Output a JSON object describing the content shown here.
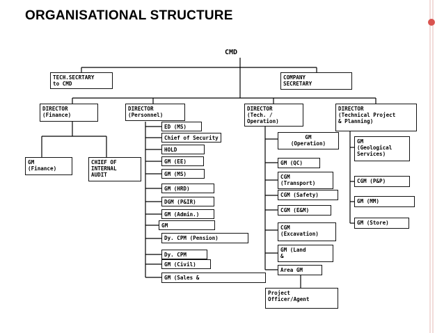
{
  "title": "ORGANISATIONAL STRUCTURE",
  "nodes": {
    "cmd": "CMD",
    "tech_secretary": "TECH.SECRTARY\nto CMD",
    "company_secretary": "COMPANY\nSECRETARY",
    "dir_finance": "DIRECTOR\n(Finance)",
    "dir_personnel": "DIRECTOR\n(Personnel)",
    "dir_tech_op": "DIRECTOR\n(Tech. /\nOperation)",
    "dir_tech_proj": "DIRECTOR\n(Technical Project\n& Planning)",
    "gm_finance": "GM\n(Finance)",
    "chief_internal_audit": "CHIEF OF\nINTERNAL\nAUDIT",
    "personnel": [
      "ED (MS)",
      "Chief of Security",
      "HOLD",
      "GM (EE)",
      "GM (MS)",
      "GM (HRD)",
      "DGM (P&IR)",
      "GM (Admin.)",
      "GM",
      "Dy. CPM (Pension)",
      "Dy. CPM",
      "GM (Civil)",
      "GM (Sales &"
    ],
    "operation": [
      "GM\n(Operation)",
      "GM (QC)",
      "CGM\n(Transport)",
      "CGM (Safety)",
      "CGM (E&M)",
      "CGM\n(Excavation)",
      "GM (Land\n&",
      "Area GM"
    ],
    "project_officer": "Project\nOfficer/Agent",
    "tech_project": [
      "GM\n(Geological\nServices)",
      "CGM (P&P)",
      "GM (MM)",
      "GM (Store)"
    ]
  },
  "colors": {
    "accent": "#d9534f",
    "lines": "#000000"
  }
}
